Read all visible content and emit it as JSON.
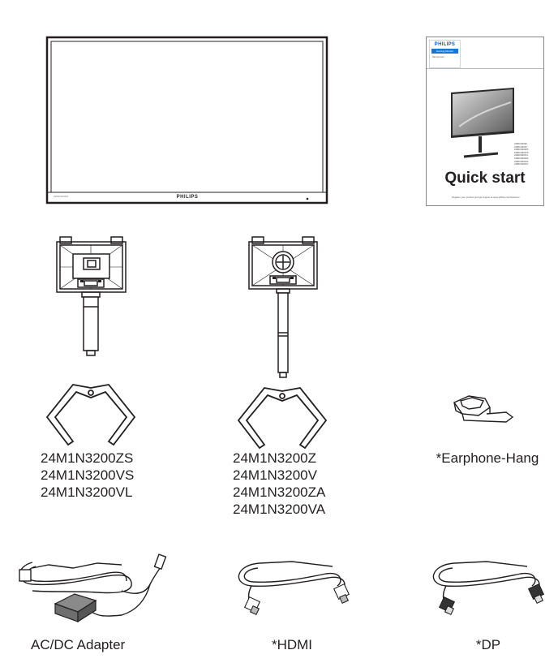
{
  "monitor": {
    "brand": "PHILIPS",
    "model_mark": "24M1N3200Z"
  },
  "quick_start": {
    "brand": "PHILIPS",
    "series_line1": "Gaming Monitor",
    "series_line2": "Momentum",
    "models": [
      "24M1N3200Z",
      "24M1N3200V",
      "24M1N3200ZS",
      "24M1N3200VS",
      "24M1N3200VL",
      "24M1N3200ZA",
      "24M1N3200VA",
      "24M1N3200VL"
    ],
    "title": "Quick start",
    "footer": "Register your product and get support at www.philips.com/welcome"
  },
  "stand_groups": [
    {
      "models": [
        "24M1N3200ZS",
        "24M1N3200VS",
        "24M1N3200VL"
      ]
    },
    {
      "models": [
        "24M1N3200Z",
        "24M1N3200V",
        "24M1N3200ZA",
        "24M1N3200VA"
      ]
    }
  ],
  "accessories": {
    "earphone_hang": "*Earphone-Hang",
    "adapter": "AC/DC Adapter",
    "hdmi": "*HDMI",
    "dp": "*DP"
  }
}
